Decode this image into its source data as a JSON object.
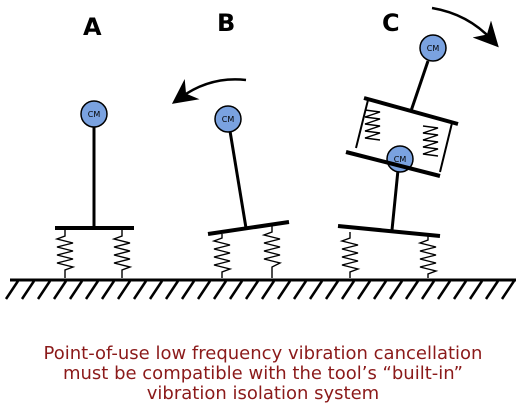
{
  "panels": [
    {
      "letter": "A",
      "cm_labels": [
        "CM"
      ]
    },
    {
      "letter": "B",
      "cm_labels": [
        "CM"
      ]
    },
    {
      "letter": "C",
      "cm_labels": [
        "CM",
        "CM"
      ]
    }
  ],
  "caption": {
    "line1": "Point-of-use low frequency vibration cancellation",
    "line2": "must be compatible with the tool’s “built-in”",
    "line3": "vibration isolation system"
  },
  "colors": {
    "caption": "#8b1a1a",
    "cm_fill": "#7aa2e0",
    "line": "#000000"
  }
}
